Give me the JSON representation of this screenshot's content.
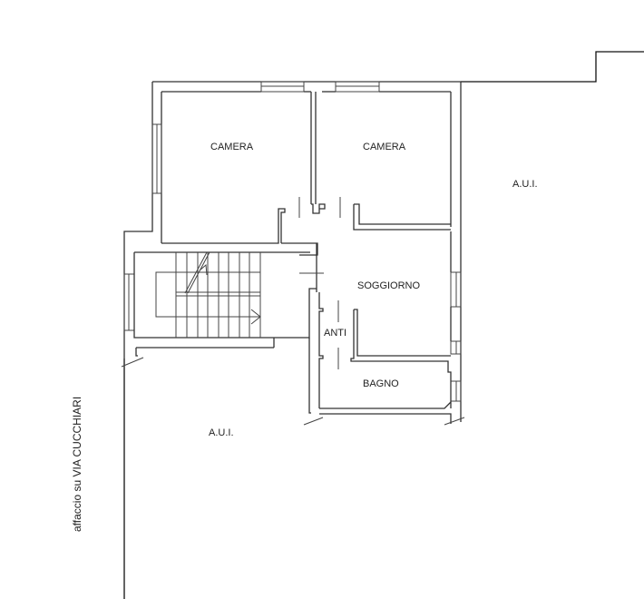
{
  "plan": {
    "rooms": [
      {
        "id": "camera-1",
        "label": "CAMERA"
      },
      {
        "id": "camera-2",
        "label": "CAMERA"
      },
      {
        "id": "soggiorno",
        "label": "SOGGIORNO"
      },
      {
        "id": "anti",
        "label": "ANTI"
      },
      {
        "id": "bagno",
        "label": "BAGNO"
      }
    ],
    "areas": [
      {
        "id": "aui-east",
        "label": "A.U.I."
      },
      {
        "id": "aui-south",
        "label": "A.U.I."
      }
    ],
    "street_label": "affaccio su VIA CUCCHIARI",
    "colors": {
      "line": "#333333",
      "background": "#ffffff"
    }
  }
}
